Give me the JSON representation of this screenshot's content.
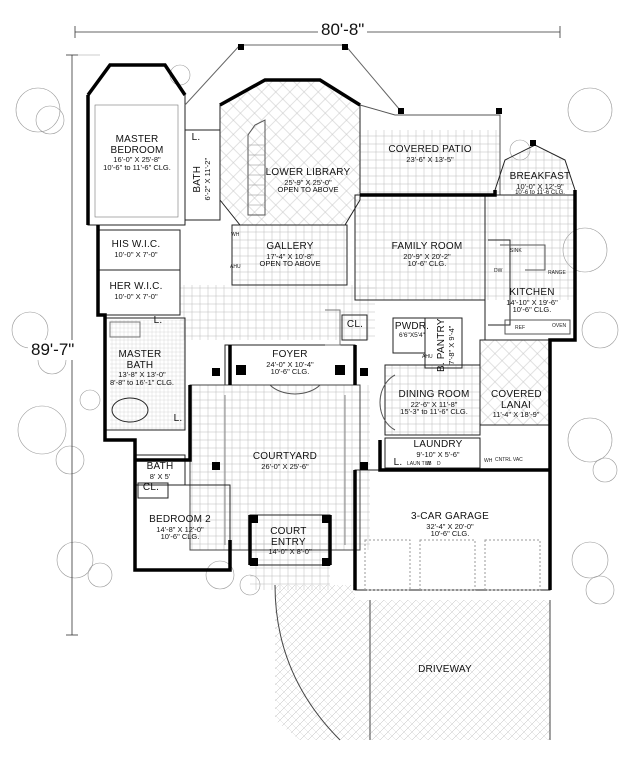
{
  "dimensions": {
    "width_total": "80'-8\"",
    "depth_total": "89'-7\""
  },
  "rooms": {
    "master_bedroom": {
      "name": "MASTER BEDROOM",
      "size": "16'-0\" X 25'-8\"",
      "ceiling": "10'-6\" to 11'-6\" CLG."
    },
    "bath_upper": {
      "name": "BATH",
      "size": "6'-2\" X 11'-2\""
    },
    "lower_library": {
      "name": "LOWER LIBRARY",
      "size": "25'-9\" X 25'-0\"",
      "note": "OPEN TO ABOVE"
    },
    "covered_patio": {
      "name": "COVERED PATIO",
      "size": "23'-6\" X 13'-5\""
    },
    "breakfast": {
      "name": "BREAKFAST",
      "size": "10'-0\" X 12'-9\"",
      "ceiling": "10'-6 to 11'-6 CLG."
    },
    "his_wic": {
      "name": "HIS W.I.C.",
      "size": "10'-0\" X 7'-0\""
    },
    "her_wic": {
      "name": "HER W.I.C.",
      "size": "10'-0\" X 7'-0\""
    },
    "gallery": {
      "name": "GALLERY",
      "size": "17'-4\" X 10'-8\"",
      "note": "OPEN TO ABOVE"
    },
    "family_room": {
      "name": "FAMILY ROOM",
      "size": "20'-9\" X 20'-2\"",
      "ceiling": "10'-6\" CLG."
    },
    "kitchen": {
      "name": "KITCHEN",
      "size": "14'-10\" X 19'-6\"",
      "ceiling": "10'-6\" CLG."
    },
    "master_bath": {
      "name": "MASTER BATH",
      "size": "13'-8\" X 13'-0\"",
      "ceiling": "8'-8\" to 16'-1\" CLG."
    },
    "foyer": {
      "name": "FOYER",
      "size": "24'-0\" X 10'-4\"",
      "ceiling": "10'-6\" CLG."
    },
    "pwdr": {
      "name": "PWDR.",
      "size": "6'6\"X5'4\""
    },
    "b_pantry": {
      "name": "B. PANTRY",
      "size": "7'-8\" X 9'-4\""
    },
    "dining_room": {
      "name": "DINING ROOM",
      "size": "22'-6\" X 11'-8\"",
      "ceiling": "15'-3\" to 11'-6\" CLG."
    },
    "covered_lanai": {
      "name": "COVERED LANAI",
      "size": "11'-4\" X 18'-9\""
    },
    "laundry": {
      "name": "LAUNDRY",
      "size": "9'-10\" X 5'-6\""
    },
    "courtyard": {
      "name": "COURTYARD",
      "size": "26'-0\" X 25'-6\""
    },
    "bath_lower": {
      "name": "BATH",
      "size": "8' X 5'"
    },
    "bedroom2": {
      "name": "BEDROOM 2",
      "size": "14'-8\" X 12'-0\"",
      "ceiling": "10'-6\" CLG."
    },
    "garage": {
      "name": "3-CAR GARAGE",
      "size": "32'-4\" X 20'-0\"",
      "ceiling": "10'-6\" CLG."
    },
    "court_entry": {
      "name": "COURT ENTRY",
      "size": "14'-0\" X 8'-0\""
    },
    "driveway": {
      "name": "DRIVEWAY"
    }
  },
  "tags": {
    "cl": "CL.",
    "l": "L.",
    "wh": "WH",
    "ahu": "AHU",
    "dw": "DW",
    "sink": "SINK",
    "range": "RANGE",
    "ref": "REF",
    "oven": "OVEN",
    "laun_tub": "LAUN TUB",
    "w": "W",
    "d": "D",
    "central_vac": "CNTRL VAC"
  }
}
